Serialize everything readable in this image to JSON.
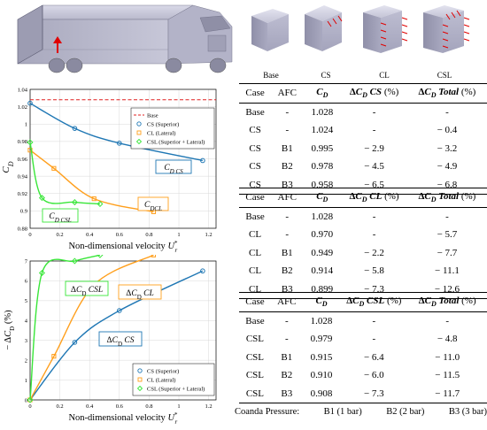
{
  "thumbs": [
    "Base",
    "CS",
    "CL",
    "CSL"
  ],
  "chart_data": [
    {
      "type": "line",
      "ylabel": "C_D",
      "xlabel": "Non-dimensional velocity U_r*",
      "xlim": [
        0,
        1.25
      ],
      "ylim": [
        0.88,
        1.04
      ],
      "xticks": [
        "0",
        "0.2",
        "0.4",
        "0.6",
        "0.8",
        "1",
        "1.2"
      ],
      "yticks": [
        "0.88",
        "0.9",
        "0.92",
        "0.94",
        "0.96",
        "0.98",
        "1",
        "1.02",
        "1.04"
      ],
      "base_value": 1.028,
      "legend": [
        "Base",
        "CS (Superior)",
        "CL (Lateral)",
        "CSL (Superior + Lateral)"
      ],
      "series": [
        {
          "name": "CS (Superior)",
          "color": "#1f77b4",
          "x": [
            0,
            0.3,
            0.6,
            1.16
          ],
          "y": [
            1.024,
            0.995,
            0.978,
            0.958
          ]
        },
        {
          "name": "CL (Lateral)",
          "color": "#ff9f1c",
          "x": [
            0,
            0.16,
            0.43,
            0.83
          ],
          "y": [
            0.97,
            0.949,
            0.914,
            0.899
          ]
        },
        {
          "name": "CSL (Superior + Lateral)",
          "color": "#39e639",
          "x": [
            0,
            0.08,
            0.3,
            0.47
          ],
          "y": [
            0.979,
            0.915,
            0.91,
            0.908
          ]
        }
      ],
      "annotations": [
        "C_D CS",
        "C_DCL",
        "C_D CSL"
      ],
      "grid": true,
      "legend_position": "top-right"
    },
    {
      "type": "line",
      "ylabel": "− ΔC_D (%)",
      "xlabel": "Non-dimensional velocity U_r*",
      "xlim": [
        0,
        1.25
      ],
      "ylim": [
        0,
        7
      ],
      "xticks": [
        "0",
        "0.2",
        "0.4",
        "0.6",
        "0.8",
        "1",
        "1.2"
      ],
      "yticks": [
        "0",
        "1",
        "2",
        "3",
        "4",
        "5",
        "6",
        "7"
      ],
      "legend": [
        "CS (Superior)",
        "CL (Lateral)",
        "CSL (Superior + Lateral)"
      ],
      "series": [
        {
          "name": "CS (Superior)",
          "color": "#1f77b4",
          "x": [
            0,
            0.3,
            0.6,
            1.16
          ],
          "y": [
            0,
            2.9,
            4.5,
            6.5
          ]
        },
        {
          "name": "CL (Lateral)",
          "color": "#ff9f1c",
          "x": [
            0,
            0.16,
            0.43,
            0.83
          ],
          "y": [
            0,
            2.2,
            5.8,
            7.3
          ]
        },
        {
          "name": "CSL (Superior + Lateral)",
          "color": "#39e639",
          "x": [
            0,
            0.08,
            0.3,
            0.47
          ],
          "y": [
            0,
            6.4,
            7.0,
            7.3
          ]
        }
      ],
      "annotations": [
        "ΔC_D CSL",
        "ΔC_D CL",
        "ΔC_D CS"
      ],
      "grid": true,
      "legend_position": "bottom-right"
    }
  ],
  "tables": [
    {
      "headers": [
        "Case",
        "AFC",
        "C_D",
        "ΔC_D CS (%)",
        "ΔC_D Total (%)"
      ],
      "rows": [
        [
          "Base",
          "-",
          "1.028",
          "-",
          "-"
        ],
        [
          "CS",
          "-",
          "1.024",
          "-",
          "− 0.4"
        ],
        [
          "CS",
          "B1",
          "0.995",
          "− 2.9",
          "− 3.2"
        ],
        [
          "CS",
          "B2",
          "0.978",
          "− 4.5",
          "− 4.9"
        ],
        [
          "CS",
          "B3",
          "0.958",
          "− 6.5",
          "− 6.8"
        ]
      ]
    },
    {
      "headers": [
        "Case",
        "AFC",
        "C_D",
        "ΔC_D CL (%)",
        "ΔC_D Total (%)"
      ],
      "rows": [
        [
          "Base",
          "-",
          "1.028",
          "-",
          "-"
        ],
        [
          "CL",
          "-",
          "0.970",
          "-",
          "− 5.7"
        ],
        [
          "CL",
          "B1",
          "0.949",
          "− 2.2",
          "− 7.7"
        ],
        [
          "CL",
          "B2",
          "0.914",
          "− 5.8",
          "− 11.1"
        ],
        [
          "CL",
          "B3",
          "0.899",
          "− 7.3",
          "− 12.6"
        ]
      ]
    },
    {
      "headers": [
        "Case",
        "AFC",
        "C_D",
        "ΔC_D CSL (%)",
        "ΔC_D Total (%)"
      ],
      "rows": [
        [
          "Base",
          "-",
          "1.028",
          "-",
          "-"
        ],
        [
          "CSL",
          "-",
          "0.979",
          "-",
          "− 4.8"
        ],
        [
          "CSL",
          "B1",
          "0.915",
          "− 6.4",
          "− 11.0"
        ],
        [
          "CSL",
          "B2",
          "0.910",
          "− 6.0",
          "− 11.5"
        ],
        [
          "CSL",
          "B3",
          "0.908",
          "− 7.3",
          "− 11.7"
        ]
      ]
    }
  ],
  "pressure": {
    "label": "Coanda Pressure:",
    "items": [
      "B1 (1 bar)",
      "B2 (2 bar)",
      "B3 (3 bar)"
    ]
  }
}
